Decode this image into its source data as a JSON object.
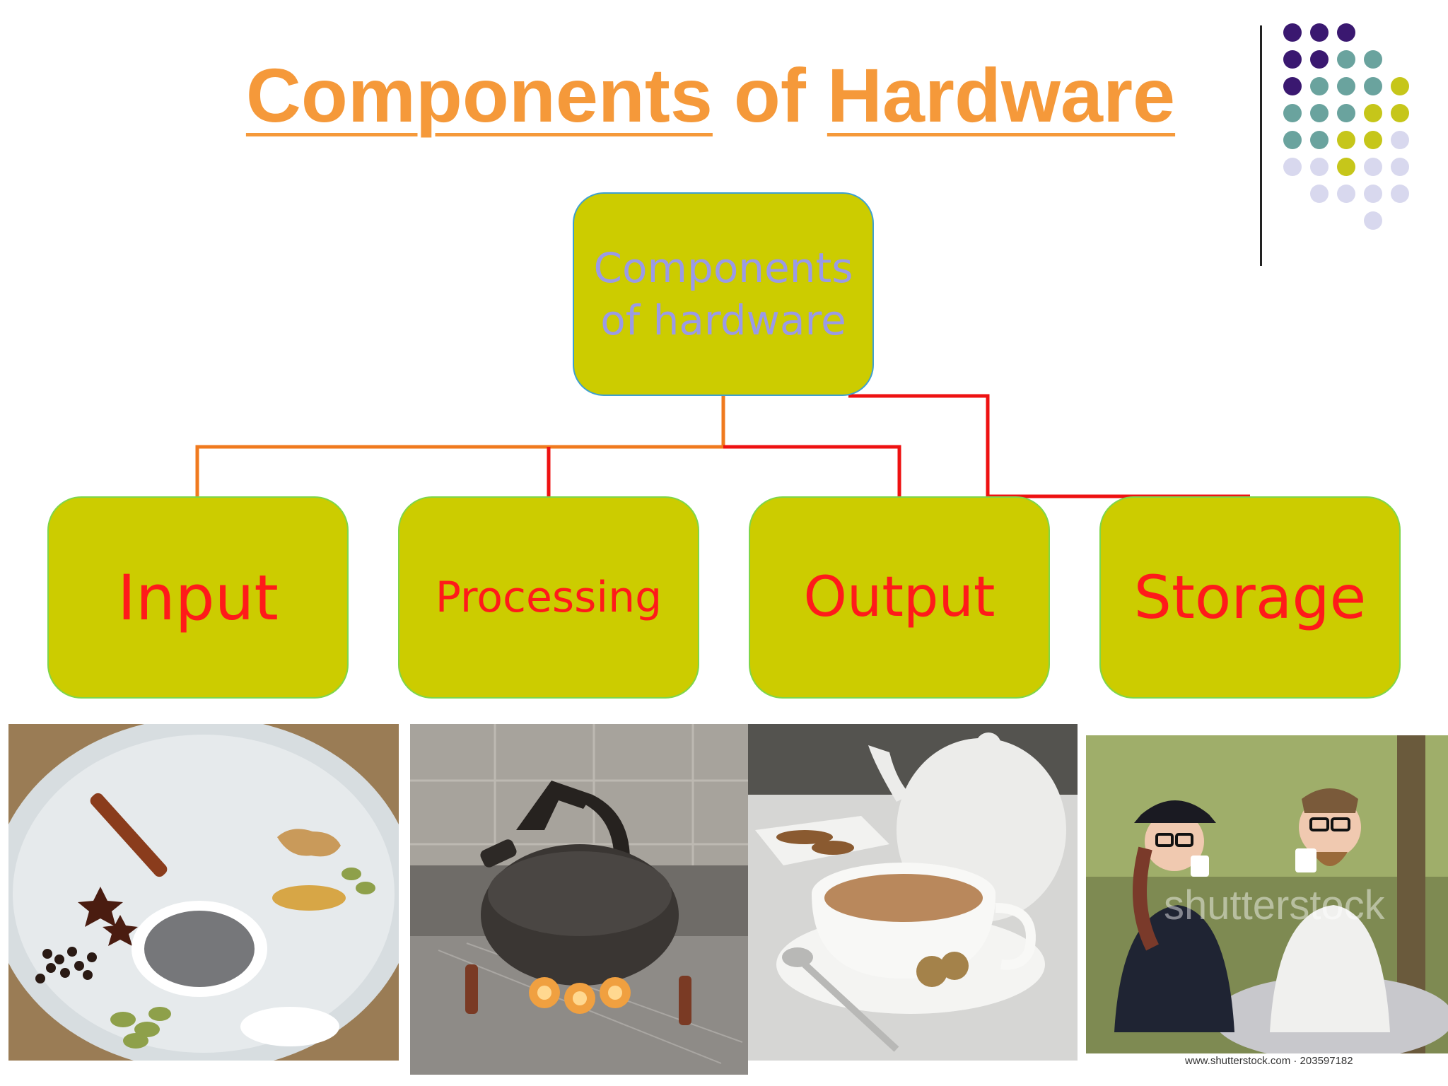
{
  "slide": {
    "title_parts": [
      "Components",
      "of",
      "Hardware"
    ]
  },
  "diagram": {
    "root": {
      "label": "Components of hardware"
    },
    "children": [
      {
        "id": "input",
        "label": "Input"
      },
      {
        "id": "processing",
        "label": "Processing"
      },
      {
        "id": "output",
        "label": "Output"
      },
      {
        "id": "storage",
        "label": "Storage"
      }
    ]
  },
  "photos": [
    {
      "id": "tea-ingredients",
      "caption": ""
    },
    {
      "id": "kettle-on-stove",
      "caption": ""
    },
    {
      "id": "cup-of-tea",
      "caption": ""
    },
    {
      "id": "people-drinking-tea",
      "caption": "",
      "watermark": "shutterstock",
      "credit": "www.shutterstock.com · 203597182"
    }
  ],
  "colors": {
    "title": "#f5993a",
    "box_fill": "#cccc00",
    "root_text": "#9a9ae6",
    "child_text": "#ff1a1a",
    "connector_orange": "#f07a1e",
    "connector_red": "#ee1111",
    "dot_purple": "#3a1870",
    "dot_teal": "#6aa39e",
    "dot_lime": "#c6c61a",
    "dot_lavender": "#d8d8ee"
  }
}
